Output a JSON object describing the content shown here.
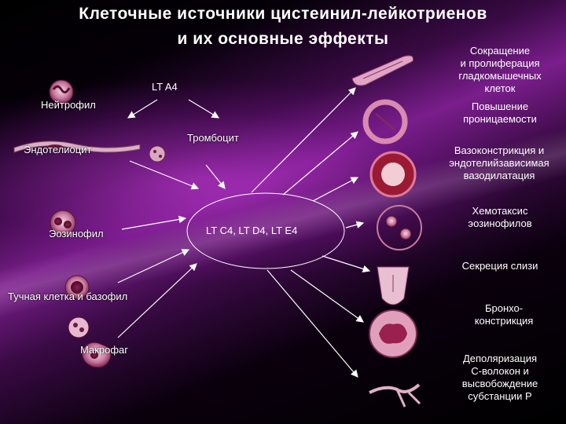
{
  "title": {
    "line1": "Клеточные источники цистеинил-лейкотриенов",
    "line2": "и их основные эффекты"
  },
  "sources": {
    "neutrophil": "Нейтрофил",
    "endothelium": "Эндотелиоцит",
    "eosinophil": "Эозинофил",
    "mast": "Тучная клетка и базофил",
    "macrophage": "Макрофаг",
    "platelet": "Тромбоцит"
  },
  "mediators": {
    "lta4": "LT A4",
    "center": "LT C4, LT D4, LT E4"
  },
  "effects": {
    "smooth_muscle": [
      "Сокращение",
      "и пролиферация",
      "гладкомышечных",
      "клеток"
    ],
    "permeability": [
      "Повышение",
      "проницаемости"
    ],
    "vasoconstriction": [
      "Вазоконстрикция и",
      "эндотелийзависимая",
      "вазодилатация"
    ],
    "chemotaxis": [
      "Хемотаксис",
      "эозинофилов"
    ],
    "mucus": [
      "Секреция слизи"
    ],
    "broncho": [
      "Бронхо-",
      "констрикция"
    ],
    "depolarization": [
      "Деполяризация",
      "С-волокон и",
      "высвобождение",
      "субстанции Р"
    ]
  },
  "colors": {
    "accent": "#8a2aa0",
    "cell_pink": "#c97aa0",
    "cell_dark": "#5a1030",
    "vessel_red": "#b0243c"
  }
}
